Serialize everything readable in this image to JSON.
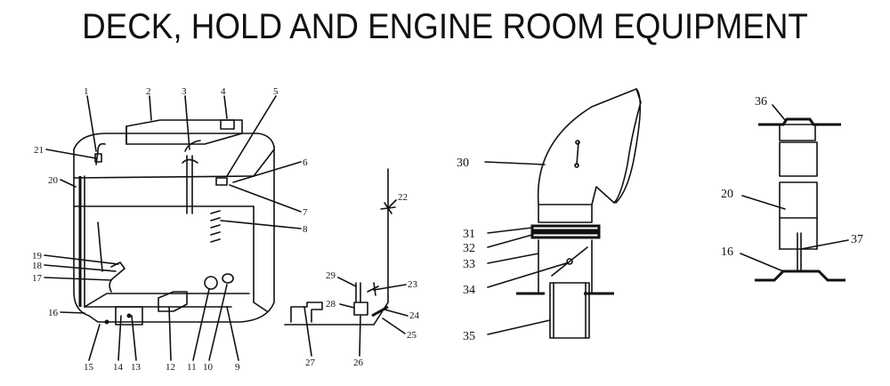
{
  "title": "DECK, HOLD AND ENGINE ROOM EQUIPMENT",
  "figure1_labels": [
    "1",
    "2",
    "3",
    "4",
    "5",
    "6",
    "7",
    "8",
    "9",
    "10",
    "11",
    "12",
    "13",
    "14",
    "15",
    "16",
    "17",
    "18",
    "19",
    "20",
    "21"
  ],
  "figure2_labels": [
    "22",
    "23",
    "24",
    "25",
    "26",
    "27",
    "28",
    "29"
  ],
  "figure3_labels": [
    "30",
    "31",
    "32",
    "33",
    "34",
    "35"
  ],
  "figure4_labels": [
    "36",
    "20",
    "37",
    "16"
  ]
}
